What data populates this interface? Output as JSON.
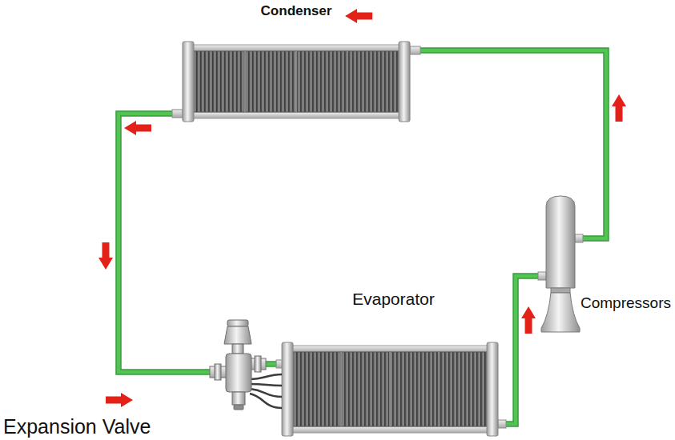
{
  "diagram": {
    "nodes": [
      {
        "text": [
          "Condenser"
        ]
      },
      {
        "text": [
          "Evaporator"
        ]
      },
      {
        "text": [
          "Compressors"
        ]
      },
      {
        "text": [
          "Expansion Valve"
        ]
      }
    ],
    "edges": [
      {
        "from": 2,
        "to": 0,
        "arrow": "to"
      },
      {
        "from": 0,
        "to": 3,
        "arrow": "to"
      },
      {
        "from": 3,
        "to": 1,
        "arrow": "none"
      },
      {
        "from": 1,
        "to": 2,
        "arrow": "to"
      }
    ]
  }
}
